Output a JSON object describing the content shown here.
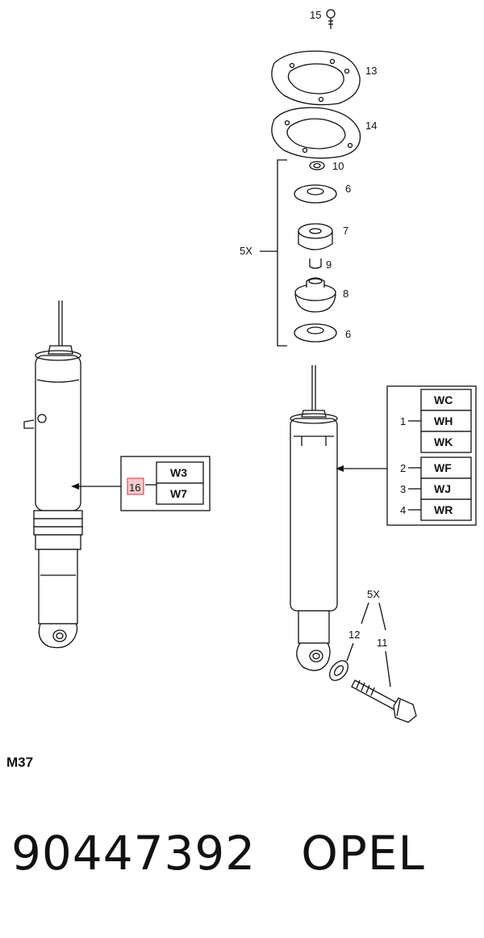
{
  "callouts": {
    "p15": "15",
    "p13": "13",
    "p14": "14",
    "p10": "10",
    "p6a": "6",
    "p7": "7",
    "p5x_top": "5X",
    "p9": "9",
    "p8": "8",
    "p6b": "6",
    "p5x_bottom": "5X",
    "p12": "12",
    "p11": "11"
  },
  "left_table": {
    "ref": "16",
    "codes": [
      "W3",
      "W7"
    ]
  },
  "right_table": {
    "rows": [
      {
        "index": "",
        "code": "WC"
      },
      {
        "index": "1",
        "code": "WH"
      },
      {
        "index": "",
        "code": "WK"
      },
      {
        "index": "2",
        "code": "WF"
      },
      {
        "index": "3",
        "code": "WJ"
      },
      {
        "index": "4",
        "code": "WR"
      }
    ]
  },
  "model_code": "M37",
  "footer": {
    "part_number": "90447392",
    "brand": "OPEL"
  },
  "colors": {
    "line": "#111111",
    "highlight_fill": "#f6c9cc",
    "highlight_border": "#cc3344"
  }
}
